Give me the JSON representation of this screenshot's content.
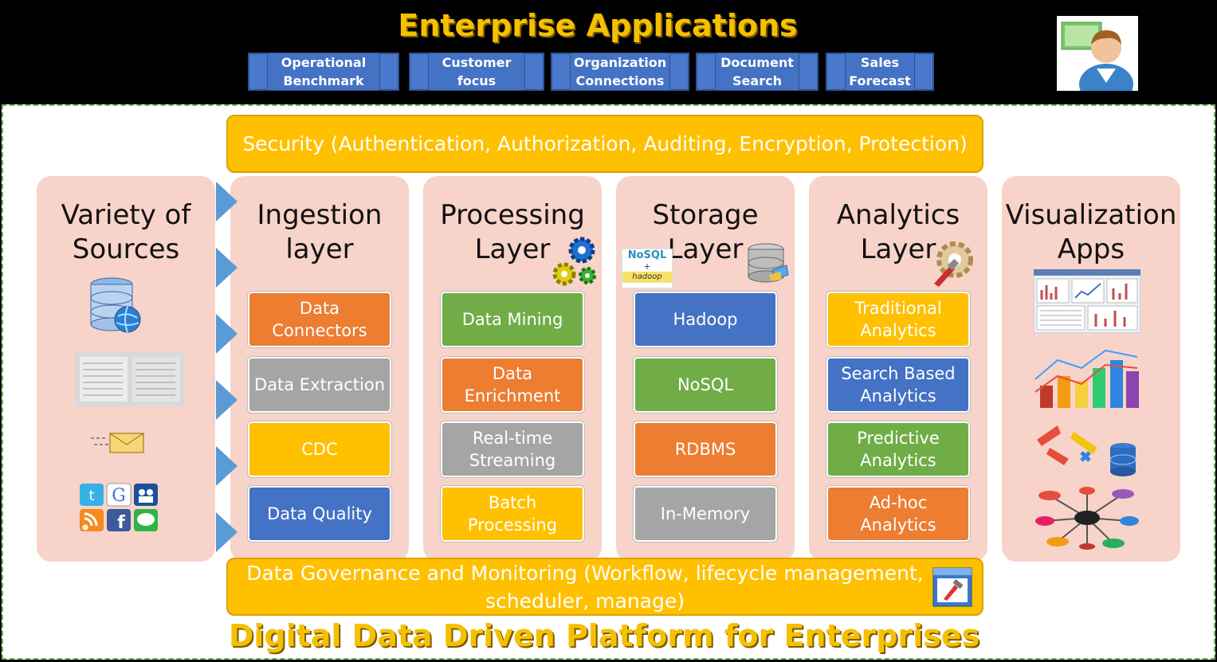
{
  "header": {
    "title": "Enterprise Applications",
    "apps": [
      "Operational\nBenchmark",
      "Customer\nfocus",
      "Organization\nConnections",
      "Document\nSearch",
      "Sales\nForecast"
    ]
  },
  "security_bar": "Security (Authentication, Authorization, Auditing, Encryption, Protection)",
  "columns": {
    "sources": {
      "title": "Variety of\nSources"
    },
    "ingestion": {
      "title": "Ingestion\nlayer",
      "items": [
        "Data\nConnectors",
        "Data Extraction",
        "CDC",
        "Data Quality"
      ]
    },
    "processing": {
      "title": "Processing\nLayer",
      "items": [
        "Data Mining",
        "Data\nEnrichment",
        "Real-time\nStreaming",
        "Batch\nProcessing"
      ]
    },
    "storage": {
      "title": "Storage\nLayer",
      "items": [
        "Hadoop",
        "NoSQL",
        "RDBMS",
        "In-Memory"
      ],
      "badge_top": "NoSQL",
      "badge_plus": "+",
      "badge_bottom": "hadoop"
    },
    "analytics": {
      "title": "Analytics\nLayer",
      "items": [
        "Traditional\nAnalytics",
        "Search Based\nAnalytics",
        "Predictive\nAnalytics",
        "Ad-hoc\nAnalytics"
      ]
    },
    "visualization": {
      "title": "Visualization\nApps"
    }
  },
  "governance_bar": "Data Governance and Monitoring (Workflow, lifecycle management,\nscheduler, manage)",
  "footer_title": "Digital Data Driven Platform for Enterprises",
  "colors": {
    "orange": "#ed7d31",
    "gray": "#a5a5a5",
    "yellow": "#ffc000",
    "blue": "#4472c4",
    "green": "#70ad47"
  },
  "source_icons": [
    "database-globe-icon",
    "newspaper-icon",
    "email-icon",
    "twitter-icon",
    "google-icon",
    "myspace-icon",
    "rss-icon",
    "facebook-icon",
    "messenger-icon"
  ]
}
